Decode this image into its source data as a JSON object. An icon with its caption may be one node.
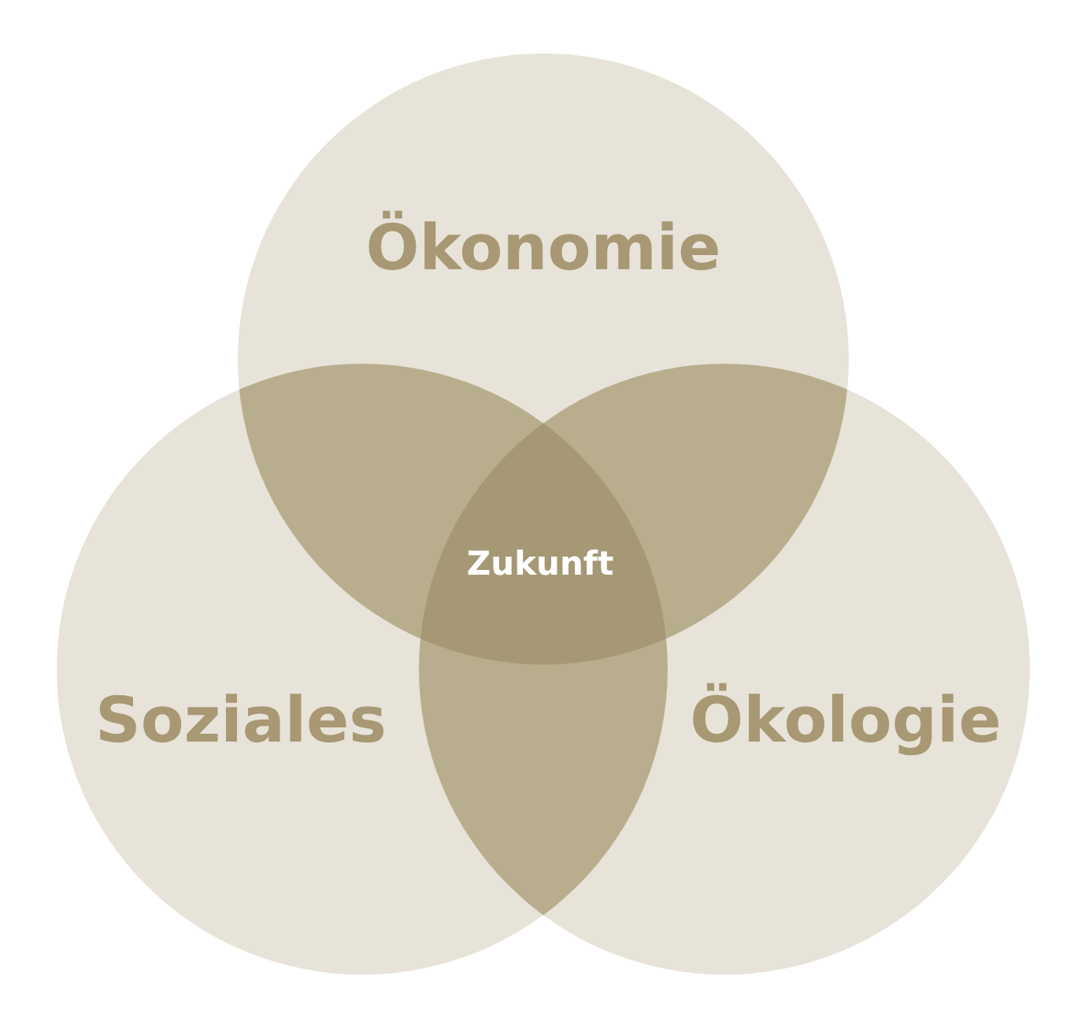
{
  "diagram": {
    "nodes": [
      {
        "text": [
          "Ökonomie"
        ]
      },
      {
        "text": [
          "Soziales"
        ]
      },
      {
        "text": [
          "Ökologie"
        ]
      }
    ],
    "edges": [],
    "labels": [
      "Zukunft"
    ]
  }
}
